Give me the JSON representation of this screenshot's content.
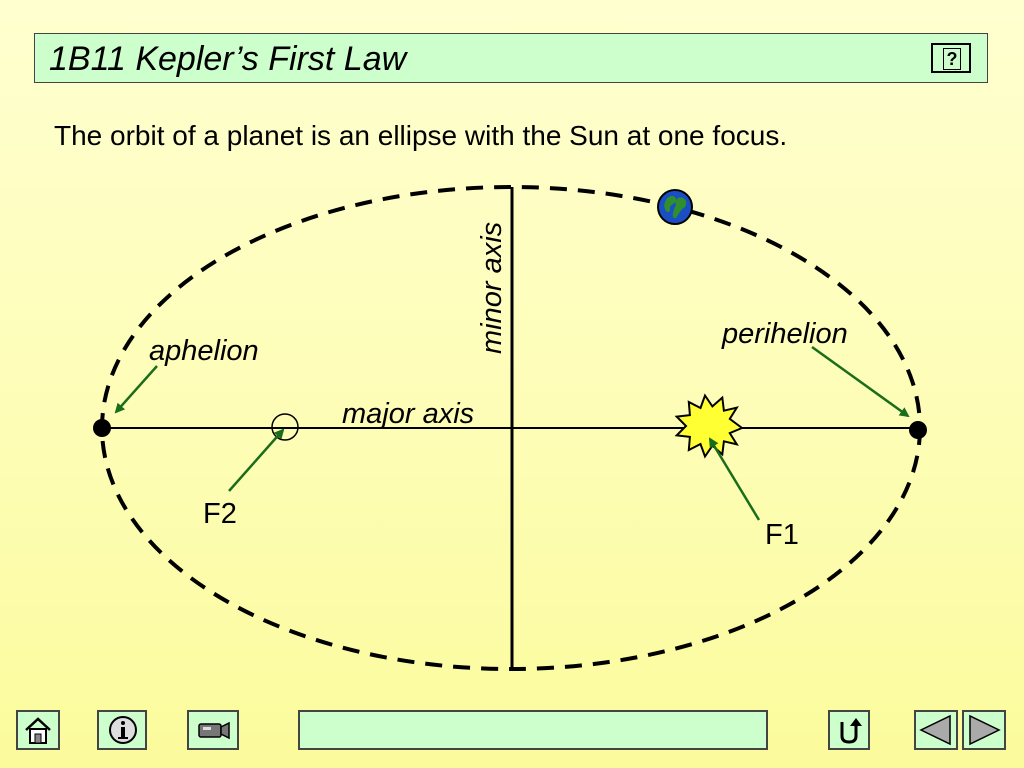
{
  "header": {
    "title": "1B11 Kepler’s First Law",
    "help_label": "?"
  },
  "subtitle": "The orbit of a planet is an ellipse with the Sun at one focus.",
  "diagram": {
    "labels": {
      "minor_axis": "minor axis",
      "major_axis": "major axis",
      "aphelion": "aphelion",
      "perihelion": "perihelion",
      "focus_2": "F2",
      "focus_1": "F1"
    },
    "colors": {
      "arrow": "#1a6e1a",
      "sun_fill": "#ffff33",
      "planet_ocean": "#1a4fc4",
      "planet_land": "#2f8f2f"
    }
  },
  "footer": {
    "buttons": [
      {
        "name": "home-button",
        "icon": "home-icon"
      },
      {
        "name": "info-button",
        "icon": "info-icon"
      },
      {
        "name": "video-button",
        "icon": "video-camera-icon"
      },
      {
        "name": "return-button",
        "icon": "return-arrow-icon"
      },
      {
        "name": "previous-button",
        "icon": "triangle-left-icon"
      },
      {
        "name": "next-button",
        "icon": "triangle-right-icon"
      }
    ],
    "status_text": ""
  },
  "colors": {
    "panel_fill": "#ccffcc",
    "background_top": "#ffffd0",
    "background_bottom": "#fbfb9c"
  }
}
